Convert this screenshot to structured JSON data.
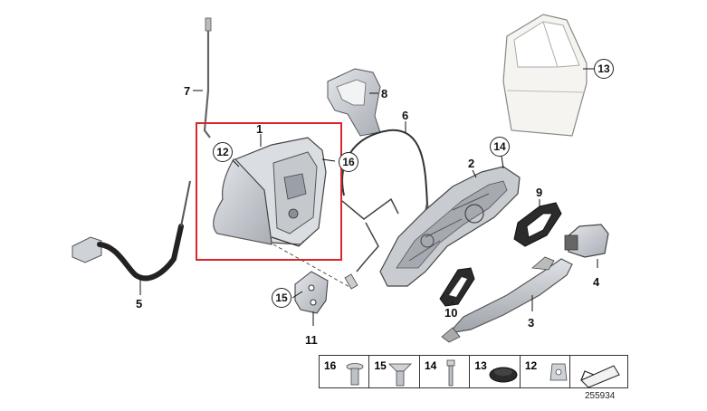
{
  "diagram": {
    "labels": {
      "n1": "1",
      "n2": "2",
      "n3": "3",
      "n4": "4",
      "n5": "5",
      "n6": "6",
      "n7": "7",
      "n8": "8",
      "n9": "9",
      "n10": "10",
      "n11": "11",
      "c12": "12",
      "c13": "13",
      "c14": "14",
      "c15": "15",
      "c16": "16"
    },
    "legend": [
      "16",
      "15",
      "14",
      "13",
      "12"
    ],
    "catalog_number": "255934",
    "highlight_color": "#d9262a"
  }
}
